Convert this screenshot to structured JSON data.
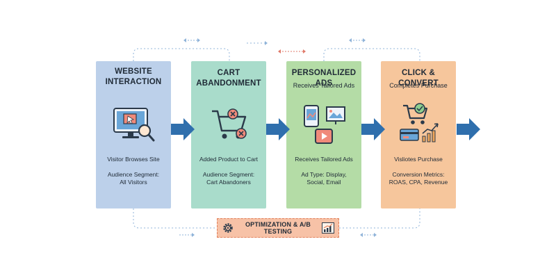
{
  "stages": [
    {
      "title": "WEBSITE INTERACTION",
      "subtitle": "",
      "description": "Visitor Browses Site",
      "segment_label": "Audience Segment:",
      "segment_value": "All Visitors",
      "icon": "monitor-search-icon"
    },
    {
      "title": "CART ABANDONMENT",
      "subtitle": "",
      "description": "Added Product to Cart",
      "segment_label": "Audience Segment:",
      "segment_value": "Cart Abandoners",
      "icon": "cart-abandon-icon"
    },
    {
      "title": "PERSONALIZED ADS",
      "subtitle": "Receives Tailored Ads",
      "description": "Receives Tailored Ads",
      "segment_label": "Ad Type: Display,",
      "segment_value": "Social, Email",
      "icon": "ads-channels-icon"
    },
    {
      "title": "CLICK & CONVERT",
      "subtitle": "Completes Purchase",
      "description": "Visliotes Purchase",
      "segment_label": "Conversion Metrics:",
      "segment_value": "ROAS, CPA, Revenue",
      "icon": "purchase-growth-icon"
    }
  ],
  "footer": {
    "label": "OPTIMIZATION & A/B TESTING",
    "left_icon": "gear-icon",
    "right_icon": "bar-chart-icon"
  },
  "colors": {
    "stage_1": "#bcd0ea",
    "stage_2": "#a9dccb",
    "stage_3": "#b4dca6",
    "stage_4": "#f6c69c",
    "arrow": "#2f6fad",
    "loop_line": "#8fb3d9",
    "footer_bg": "#f7c2a7",
    "footer_border": "#e27f5a",
    "text": "#1f2a36"
  }
}
